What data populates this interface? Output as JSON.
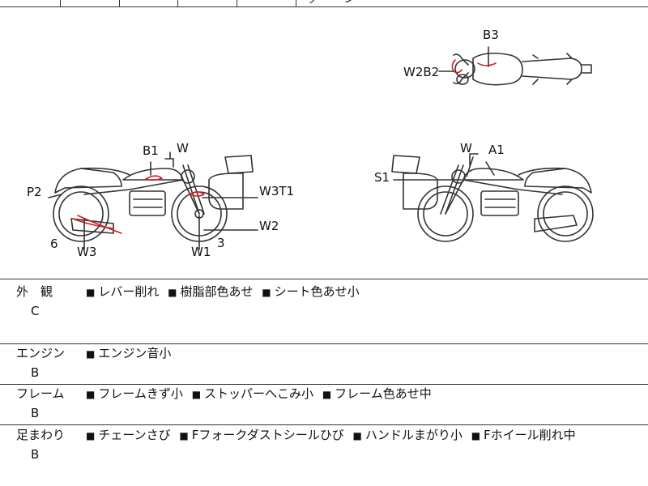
{
  "header_partial": "ッ ・・ン",
  "diagram_labels": {
    "b3": "B3",
    "w2b2": "W2B2",
    "b1": "B1",
    "w_left": "W",
    "p2": "P2",
    "w3t1": "W3T1",
    "w2": "W2",
    "six": "6",
    "w3": "W3",
    "w1": "W1",
    "three": "3",
    "w_right": "W",
    "a1": "A1",
    "s1": "S1"
  },
  "sections": [
    {
      "name": "外　観",
      "grade": "C",
      "items": [
        "レバー削れ",
        "樹脂部色あせ",
        "シート色あせ小"
      ]
    },
    {
      "name": "エンジン",
      "grade": "B",
      "items": [
        "エンジン音小"
      ]
    },
    {
      "name": "フレーム",
      "grade": "B",
      "items": [
        "フレームきず小",
        "ストッパーへこみ小",
        "フレーム色あせ中"
      ]
    },
    {
      "name": "足まわり",
      "grade": "B",
      "items": [
        "チェーンさび",
        "Fフォークダストシールひび",
        "ハンドルまがり小",
        "Fホイール削れ中"
      ]
    }
  ],
  "bullet_glyph": "■",
  "colors": {
    "line": "#333333",
    "damage": "#cc2222"
  }
}
